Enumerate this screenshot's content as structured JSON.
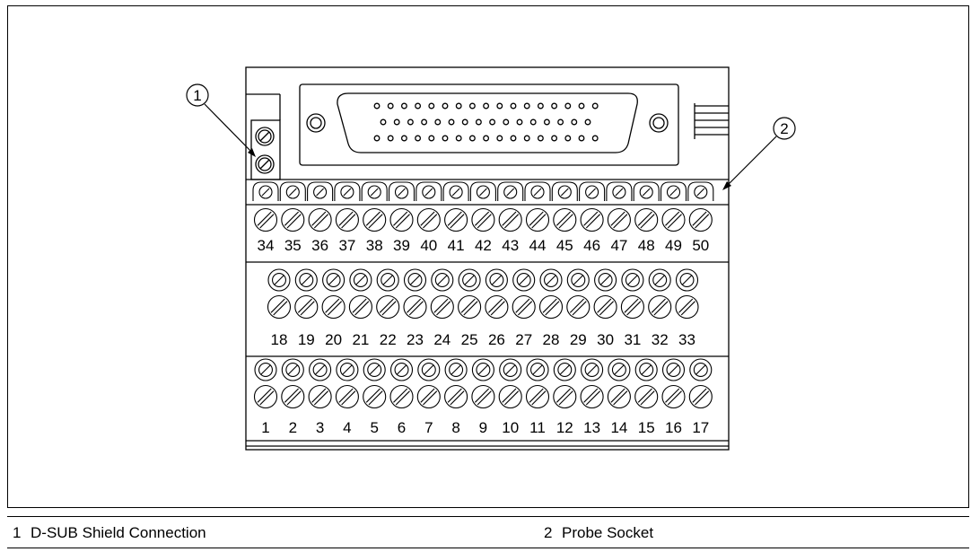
{
  "callouts": [
    {
      "number": "1",
      "label": "D-SUB Shield Connection"
    },
    {
      "number": "2",
      "label": "Probe Socket"
    }
  ],
  "terminal_rows": {
    "top": [
      "34",
      "35",
      "36",
      "37",
      "38",
      "39",
      "40",
      "41",
      "42",
      "43",
      "44",
      "45",
      "46",
      "47",
      "48",
      "49",
      "50"
    ],
    "middle": [
      "18",
      "19",
      "20",
      "21",
      "22",
      "23",
      "24",
      "25",
      "26",
      "27",
      "28",
      "29",
      "30",
      "31",
      "32",
      "33"
    ],
    "bottom": [
      "1",
      "2",
      "3",
      "4",
      "5",
      "6",
      "7",
      "8",
      "9",
      "10",
      "11",
      "12",
      "13",
      "14",
      "15",
      "16",
      "17"
    ]
  },
  "connector": {
    "top_row_pins": 17,
    "middle_row_pins": 16,
    "bottom_row_pins": 17
  }
}
